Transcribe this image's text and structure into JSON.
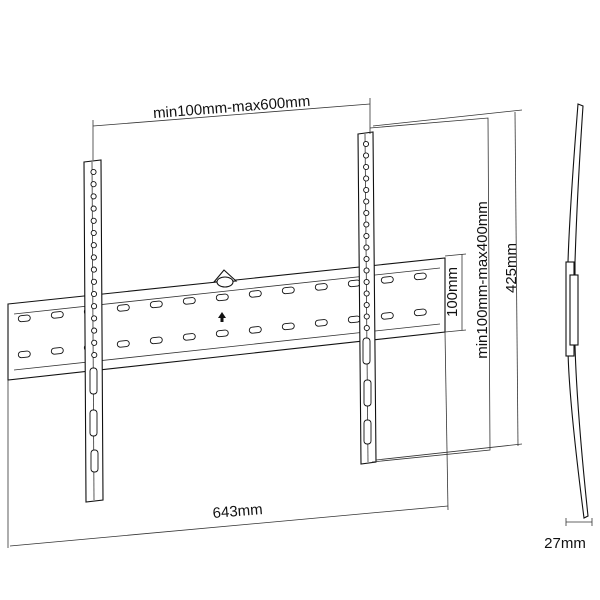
{
  "diagram": {
    "labels": {
      "width_range": "min100mm-max600mm",
      "height_range": "min100mm-max400mm",
      "height_total": "425mm",
      "rail_height": "100mm",
      "width_total": "643mm",
      "depth": "27mm"
    }
  }
}
